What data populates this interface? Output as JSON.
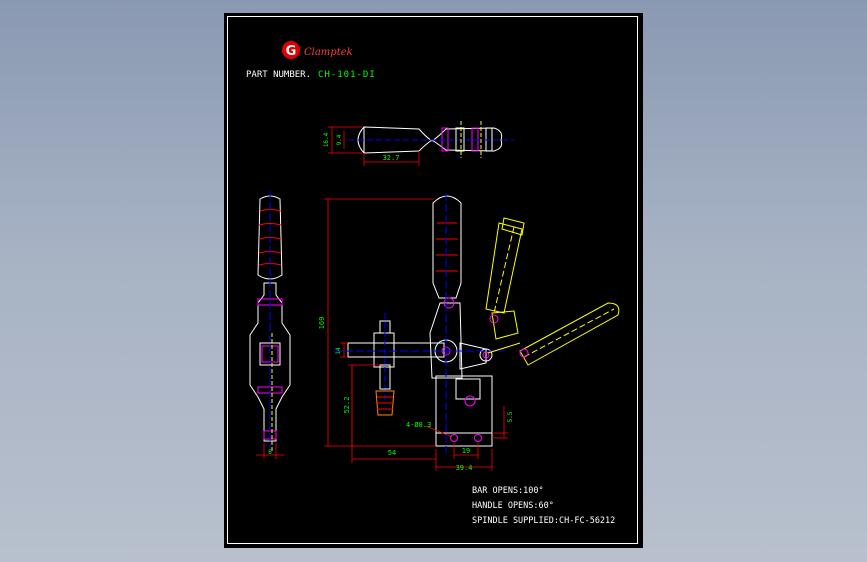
{
  "brand": {
    "name": "Clamptek",
    "mark": "G"
  },
  "part": {
    "label": "PART NUMBER.",
    "number": "CH-101-DI"
  },
  "dimensions": {
    "top_height_outer": "16.4",
    "top_height_inner": "9.4",
    "top_length": "32.7",
    "side_width": "6",
    "overall_height": "169",
    "pivot_height": "14",
    "base_height": "52.2",
    "reach": "54",
    "hole_spacing": "19",
    "base_length": "39.4",
    "hole_offset": "5.5",
    "hole_spec": "4-Ø8.3"
  },
  "notes": [
    "BAR OPENS:100°",
    "HANDLE OPENS:60°",
    "SPINDLE SUPPLIED:CH-FC-56212"
  ],
  "colors": {
    "outline": "#ffffff",
    "dimension": "#ff0000",
    "dim_text": "#00ff00",
    "center": "#0000ff",
    "accent": "#ff00ff",
    "open_pos": "#ffff00"
  }
}
